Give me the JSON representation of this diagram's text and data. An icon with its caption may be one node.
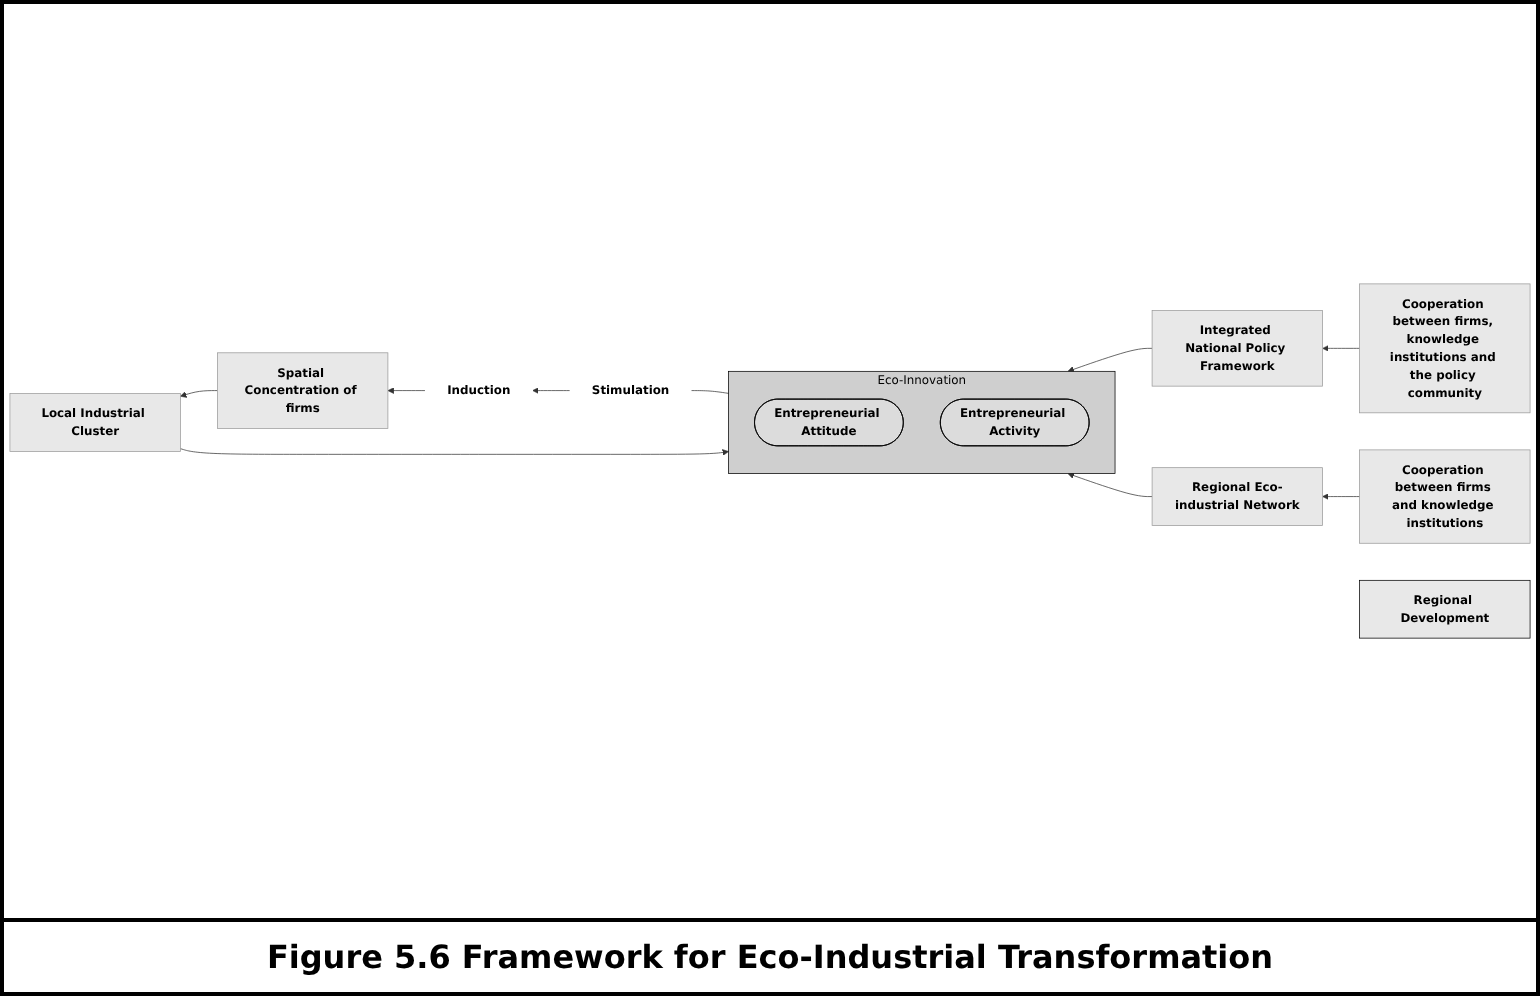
{
  "diagram": {
    "caption": "Figure 5.6 Framework for Eco-Industrial Transformation",
    "nodes": [
      {
        "text": [
          "Eco-Innovation"
        ]
      },
      {
        "text": [
          "Entrepreneurial Attitude"
        ],
        "in": 0
      },
      {
        "text": [
          "Entrepreneurial Activity"
        ],
        "in": 0
      },
      {
        "text": [
          "Integrated National Policy Framework"
        ]
      },
      {
        "text": [
          "Cooperation between firms, knowledge institutions and the policy community"
        ]
      },
      {
        "text": [
          "Regional Eco-industrial Network"
        ]
      },
      {
        "text": [
          "Cooperation between firms and knowledge institutions"
        ]
      },
      {
        "text": [
          "Local Industrial Cluster"
        ]
      },
      {
        "text": [
          "Spatial Concentration of firms"
        ]
      },
      {
        "text": [
          "Stimulation"
        ]
      },
      {
        "text": [
          "Induction"
        ]
      },
      {
        "text": [
          "Regional Development"
        ]
      }
    ],
    "edges": [
      {
        "from": 4,
        "to": 3,
        "arrow": "to"
      },
      {
        "from": 3,
        "to": 0,
        "arrow": "to"
      },
      {
        "from": 6,
        "to": 5,
        "arrow": "to"
      },
      {
        "from": 5,
        "to": 0,
        "arrow": "to"
      },
      {
        "from": 8,
        "to": 7,
        "arrow": "to"
      },
      {
        "from": 7,
        "to": 0,
        "arrow": "to"
      },
      {
        "from": 0,
        "to": 9,
        "arrow": "none"
      },
      {
        "from": 9,
        "to": 10,
        "arrow": "to"
      },
      {
        "from": 10,
        "to": 8,
        "arrow": "to"
      }
    ]
  }
}
